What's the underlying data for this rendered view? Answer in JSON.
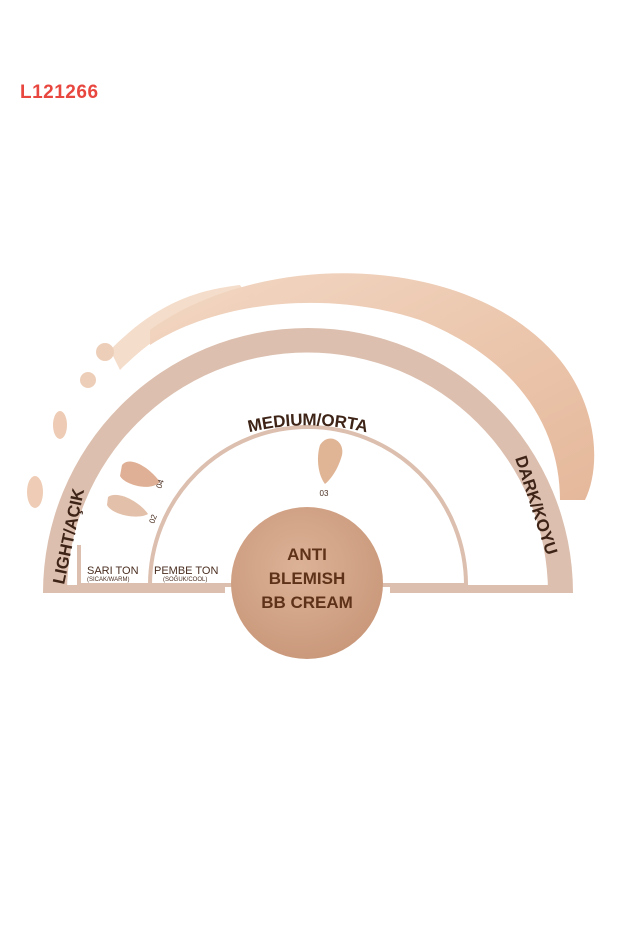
{
  "product_code": "L121266",
  "labels": {
    "medium": "MEDIUM/ORTA",
    "light": "LIGHT/AÇIK",
    "dark": "DARK/KOYU",
    "warm_tone": "SARI TON",
    "warm_sub": "(SICAK/WARM)",
    "cool_tone": "PEMBE TON",
    "cool_sub": "(SOĞUK/COOL)"
  },
  "shades": [
    "04",
    "02",
    "03"
  ],
  "center": {
    "line1": "ANTI",
    "line2": "BLEMISH",
    "line3": "BB CREAM"
  },
  "colors": {
    "code": "#e8473f",
    "band": "#dcbfae",
    "circle": "#d2a688",
    "text": "#3e2417",
    "circle_text": "#5e3218"
  }
}
